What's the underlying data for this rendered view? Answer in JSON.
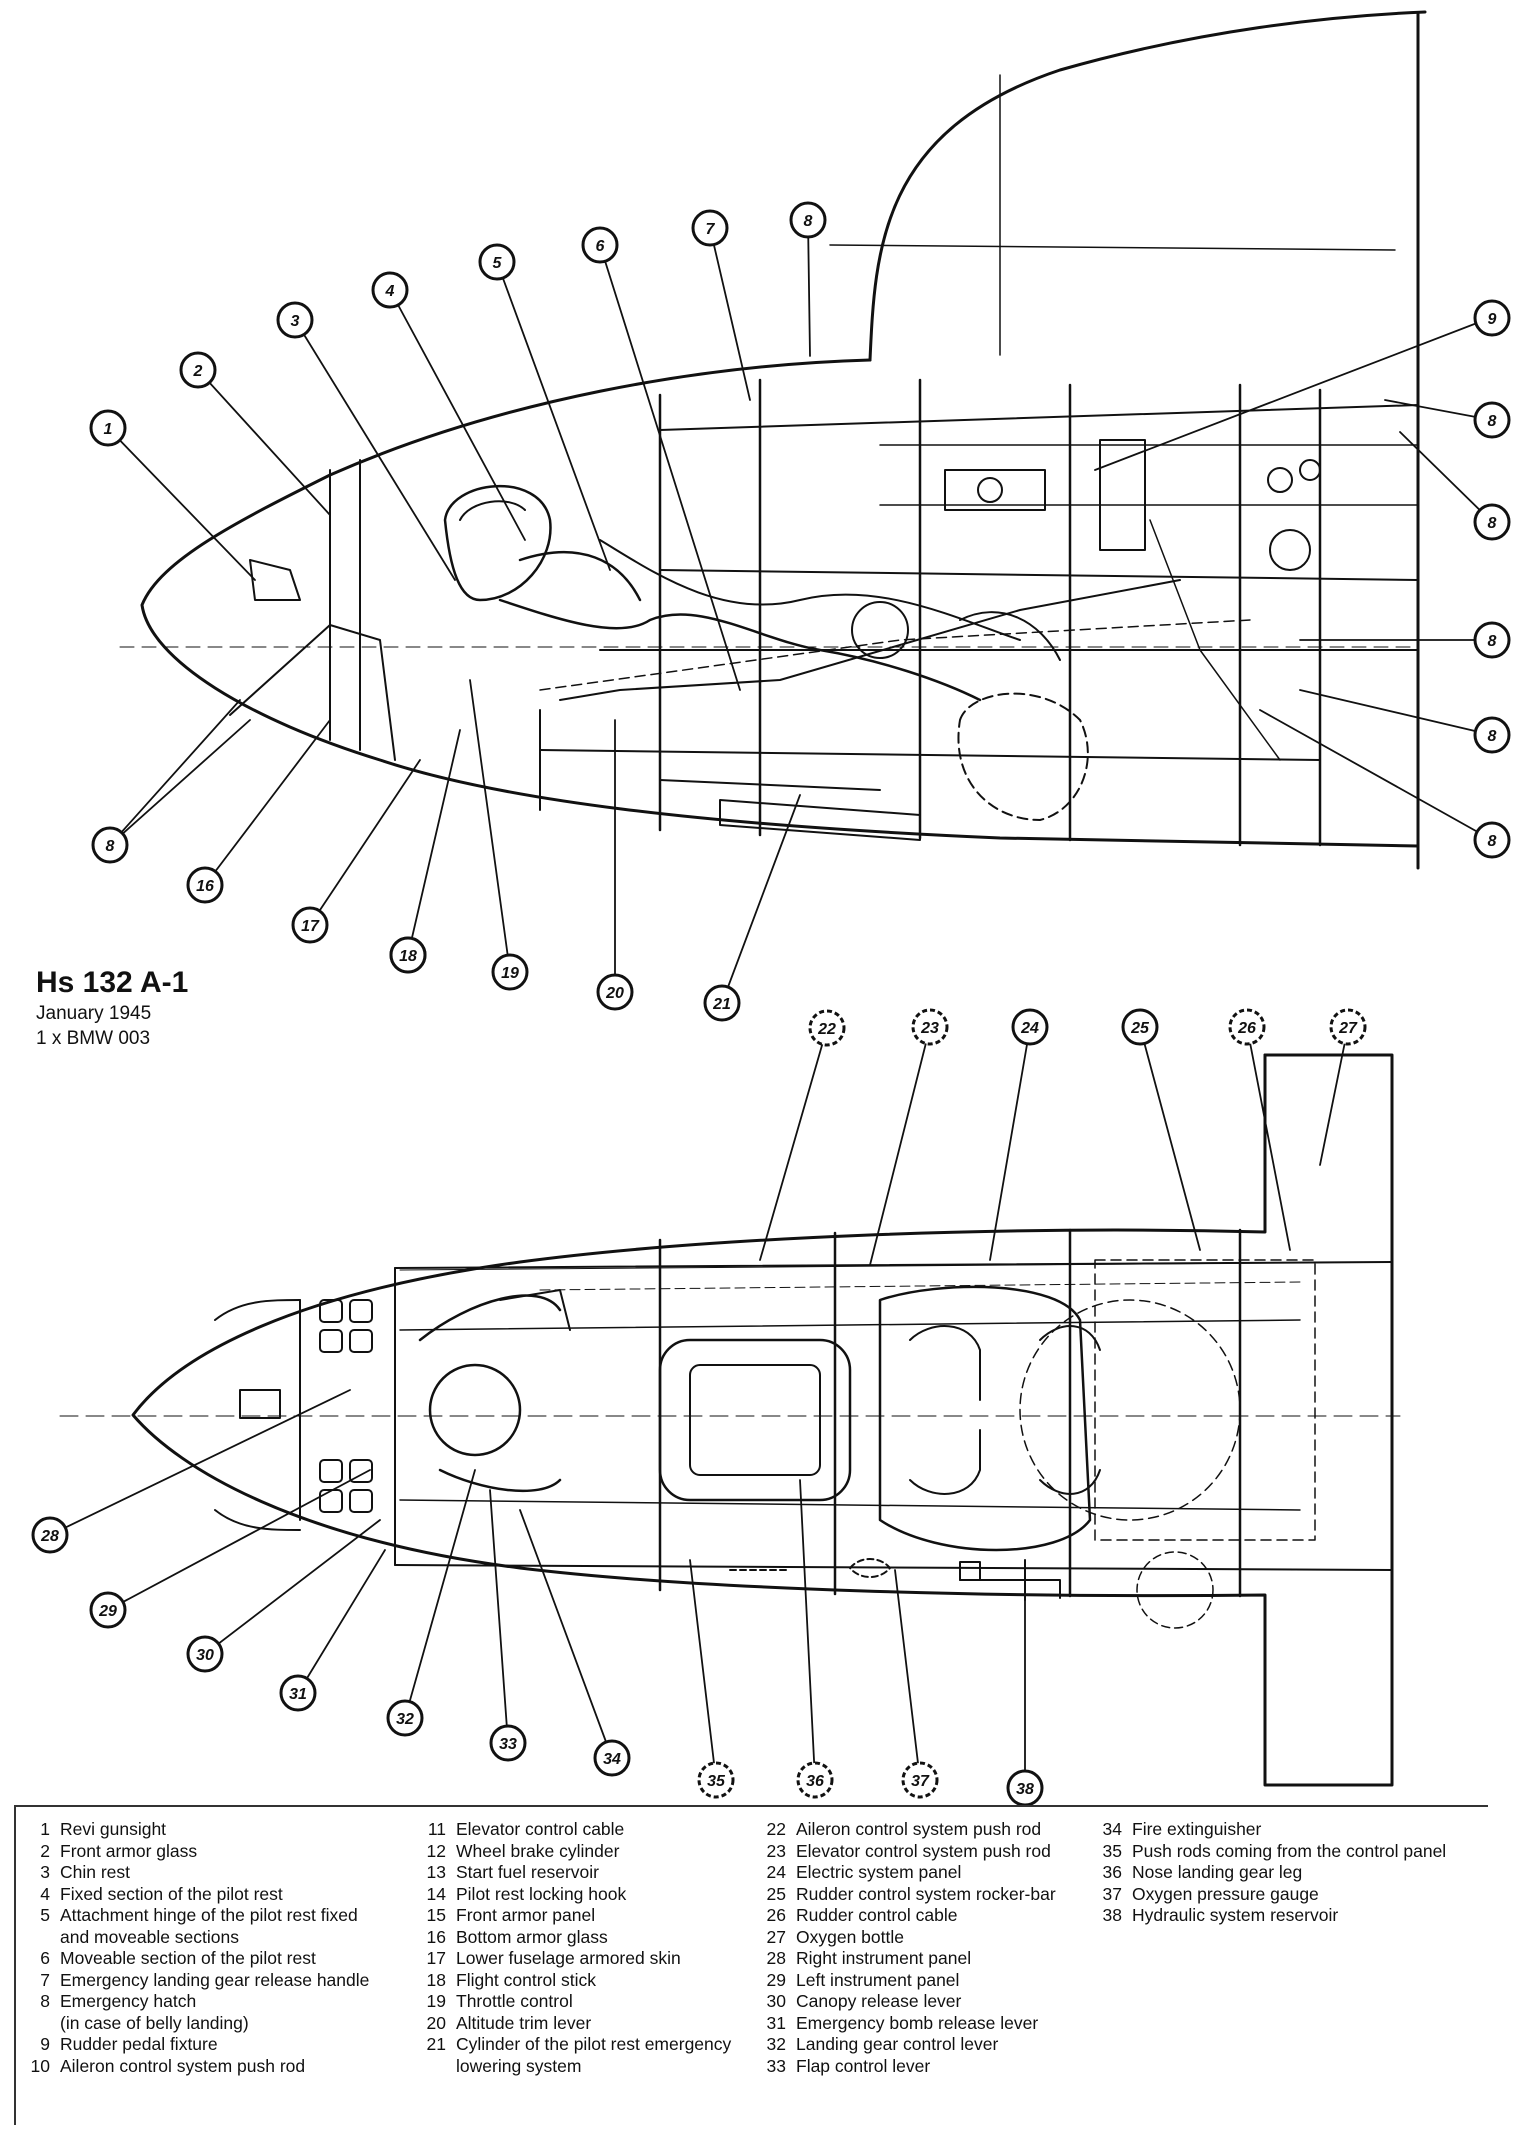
{
  "title": {
    "model": "Hs 132 A-1",
    "date": "January 1945",
    "engine": "1 x BMW 003"
  },
  "callouts_side": [
    "1",
    "2",
    "3",
    "4",
    "5",
    "6",
    "7",
    "8",
    "9",
    "8",
    "8",
    "8",
    "8",
    "8",
    "8",
    "8",
    "16",
    "17",
    "18",
    "19",
    "20",
    "21"
  ],
  "callouts_top": [
    "22",
    "23",
    "24",
    "25",
    "26",
    "27",
    "28",
    "29",
    "30",
    "31",
    "32",
    "33",
    "34",
    "35",
    "36",
    "37",
    "38"
  ],
  "legend": [
    {
      "num": "1",
      "label": "Revi gunsight"
    },
    {
      "num": "2",
      "label": "Front armor glass"
    },
    {
      "num": "3",
      "label": "Chin rest"
    },
    {
      "num": "4",
      "label": "Fixed section of the pilot rest"
    },
    {
      "num": "5",
      "label": "Attachment hinge of the pilot rest fixed",
      "cont": "and moveable sections"
    },
    {
      "num": "6",
      "label": "Moveable  section of the pilot rest"
    },
    {
      "num": "7",
      "label": "Emergency landing gear release handle"
    },
    {
      "num": "8",
      "label": "Emergency hatch",
      "cont": "(in case of belly  landing)"
    },
    {
      "num": "9",
      "label": "Rudder pedal fixture"
    },
    {
      "num": "10",
      "label": "Aileron control system push rod"
    },
    {
      "num": "11",
      "label": "Elevator control cable"
    },
    {
      "num": "12",
      "label": "Wheel brake cylinder"
    },
    {
      "num": "13",
      "label": "Start fuel reservoir"
    },
    {
      "num": "14",
      "label": "Pilot rest locking hook"
    },
    {
      "num": "15",
      "label": "Front armor panel"
    },
    {
      "num": "16",
      "label": "Bottom armor glass"
    },
    {
      "num": "17",
      "label": "Lower fuselage armored skin"
    },
    {
      "num": "18",
      "label": "Flight control stick"
    },
    {
      "num": "19",
      "label": "Throttle control"
    },
    {
      "num": "20",
      "label": "Altitude trim lever"
    },
    {
      "num": "21",
      "label": "Cylinder of the pilot rest emergency",
      "cont": "lowering  system"
    },
    {
      "num": "22",
      "label": "Aileron control system push rod"
    },
    {
      "num": "23",
      "label": "Elevator control system push rod"
    },
    {
      "num": "24",
      "label": "Electric system panel"
    },
    {
      "num": "25",
      "label": "Rudder control system rocker-bar"
    },
    {
      "num": "26",
      "label": "Rudder control cable"
    },
    {
      "num": "27",
      "label": "Oxygen bottle"
    },
    {
      "num": "28",
      "label": "Right instrument panel"
    },
    {
      "num": "29",
      "label": "Left instrument panel"
    },
    {
      "num": "30",
      "label": "Canopy release lever"
    },
    {
      "num": "31",
      "label": "Emergency bomb release lever"
    },
    {
      "num": "32",
      "label": "Landing gear control lever"
    },
    {
      "num": "33",
      "label": "Flap control lever"
    },
    {
      "num": "34",
      "label": "Fire extinguisher"
    },
    {
      "num": "35",
      "label": "Push rods coming from the control panel"
    },
    {
      "num": "36",
      "label": "Nose landing gear leg"
    },
    {
      "num": "37",
      "label": "Oxygen pressure gauge"
    },
    {
      "num": "38",
      "label": "Hydraulic system reservoir"
    }
  ]
}
